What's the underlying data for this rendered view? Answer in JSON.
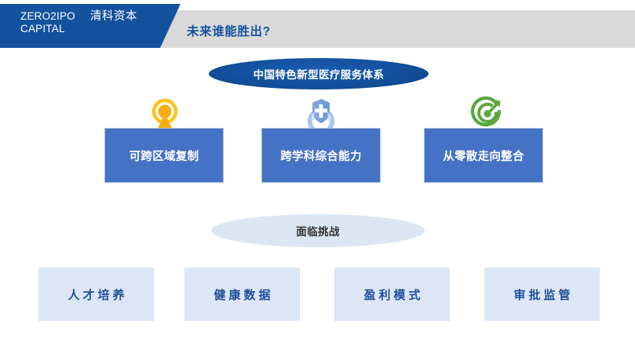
{
  "header": {
    "logo_en": "ZERO2IPO\nCAPITAL",
    "logo_cn": "清科资本",
    "title": "未来谁能胜出?",
    "blue_color": "#14529e",
    "gray_color": "#d9d9d9"
  },
  "system": {
    "label": "中国特色新型医疗服务体系",
    "fill": "#13529f",
    "text_color": "#ffffff"
  },
  "pillars": [
    {
      "label": "可跨区域复制",
      "icon": "location-pin-icon",
      "icon_color": "#f5b712"
    },
    {
      "label": "跨学科综合能力",
      "icon": "shield-in-hands-icon",
      "icon_color": "#9cbce8"
    },
    {
      "label": "从零散走向整合",
      "icon": "target-dart-icon",
      "icon_color": "#5aa83c"
    }
  ],
  "pillar_style": {
    "fill": "#4472c4",
    "border": "#a9bde0",
    "text_color": "#ffffff"
  },
  "challenge": {
    "label": "面临挑战",
    "fill": "#dce6f3",
    "text_color": "#333333"
  },
  "challenge_items": [
    {
      "label": "人才培养"
    },
    {
      "label": "健康数据"
    },
    {
      "label": "盈利模式"
    },
    {
      "label": "审批监管"
    }
  ],
  "challenge_item_style": {
    "fill": "#dce6f4",
    "text_color": "#1f4e9c"
  }
}
